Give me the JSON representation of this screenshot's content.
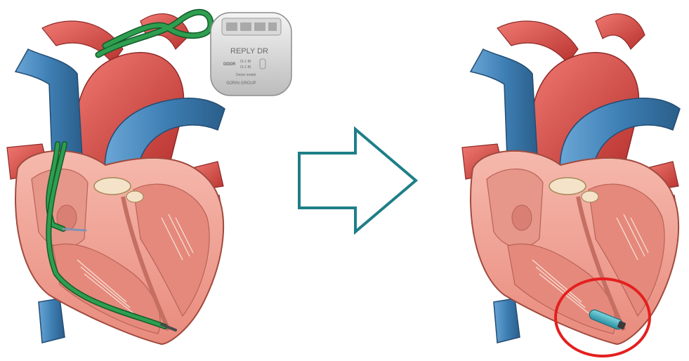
{
  "device": {
    "model": "REPLY DR",
    "mode": "DDDR",
    "port_a": "IS-1 BI",
    "port_v": "IS-1 BI",
    "note": "Demo model",
    "brand": "SORIN GROUP"
  },
  "colors": {
    "artery": "#d8484a",
    "vein": "#3e7fb4",
    "myocardium": "#f0a79b",
    "lead": "#2e9e4f",
    "arrow": "#1e7f87",
    "highlight_circle": "#e41f1f",
    "leadless_capsule": "#3bb3c4"
  },
  "icons": {
    "arrow": "right-arrow-outline",
    "device": "pacemaker-generator",
    "capsule": "leadless-pacemaker"
  }
}
